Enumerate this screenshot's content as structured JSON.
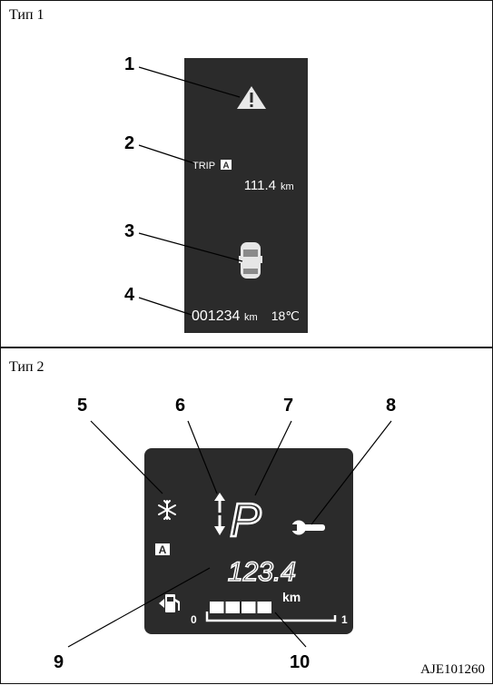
{
  "type1": {
    "title": "Тип 1",
    "trip_label": "TRIP",
    "trip_badge": "A",
    "trip_value": "111.4",
    "trip_unit": "km",
    "odometer_value": "001234",
    "odometer_unit": "km",
    "temperature": "18℃"
  },
  "type2": {
    "title": "Тип 2",
    "mode_badge": "A",
    "gear": "P",
    "distance_value": "123.4",
    "distance_unit": "km",
    "fuel_min": "0",
    "fuel_max": "1",
    "fuel_level_fraction": 0.5
  },
  "callouts": [
    "1",
    "2",
    "3",
    "4",
    "5",
    "6",
    "7",
    "8",
    "9",
    "10"
  ],
  "caption": "AJE101260",
  "icons": {
    "warning": "warning-triangle-icon",
    "car": "car-top-view-icon",
    "snowflake": "snowflake-icon",
    "shift_arrows": "shift-up-down-icon",
    "wrench": "wrench-icon",
    "fuel": "fuel-pump-icon"
  },
  "colors": {
    "display_bg": "#2b2b2b",
    "display_fg": "#ffffff",
    "page_bg": "#ffffff"
  }
}
